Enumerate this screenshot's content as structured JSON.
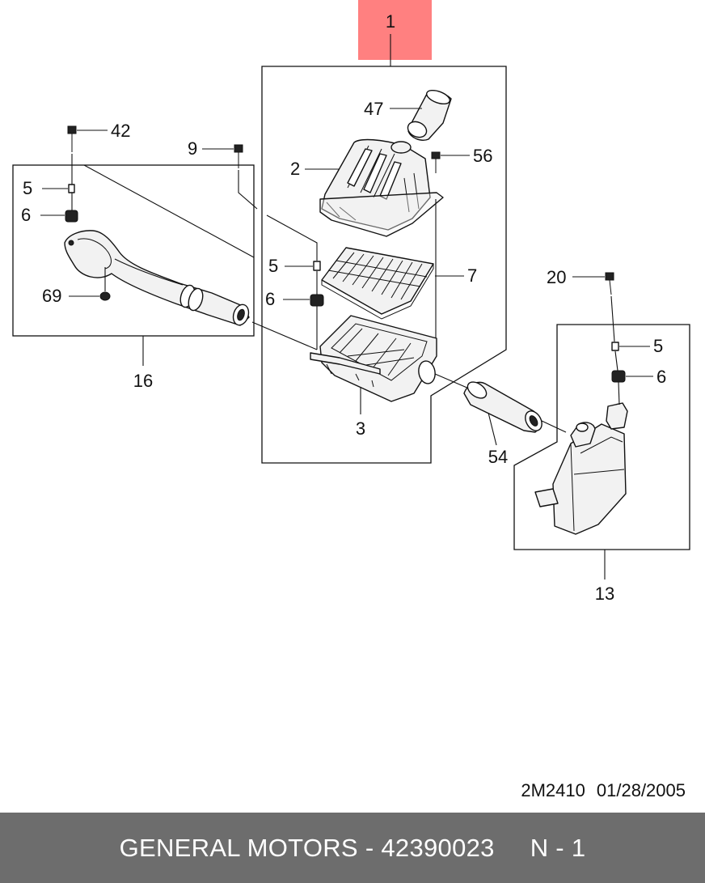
{
  "diagram": {
    "callouts": [
      {
        "id": "1",
        "highlighted": true
      },
      {
        "id": "2"
      },
      {
        "id": "3"
      },
      {
        "id": "5a"
      },
      {
        "id": "5b"
      },
      {
        "id": "5c"
      },
      {
        "id": "6a"
      },
      {
        "id": "6b"
      },
      {
        "id": "6c"
      },
      {
        "id": "7"
      },
      {
        "id": "9"
      },
      {
        "id": "13"
      },
      {
        "id": "16"
      },
      {
        "id": "20"
      },
      {
        "id": "42"
      },
      {
        "id": "47"
      },
      {
        "id": "54"
      },
      {
        "id": "56"
      },
      {
        "id": "69"
      }
    ],
    "labels": {
      "n1": "1",
      "n2": "2",
      "n3": "3",
      "n5a": "5",
      "n5b": "5",
      "n5c": "5",
      "n6a": "6",
      "n6b": "6",
      "n6c": "6",
      "n7": "7",
      "n9": "9",
      "n13": "13",
      "n16": "16",
      "n20": "20",
      "n42": "42",
      "n47": "47",
      "n54": "54",
      "n56": "56",
      "n69": "69"
    },
    "highlight_color": "#ff8080",
    "drawing_code": "2M2410",
    "drawing_date": "01/28/2005"
  },
  "footer": {
    "brand": "GENERAL MOTORS",
    "separator": "-",
    "part_number": "42390023",
    "qty": "N - 1",
    "background": "#6d6d6d"
  }
}
